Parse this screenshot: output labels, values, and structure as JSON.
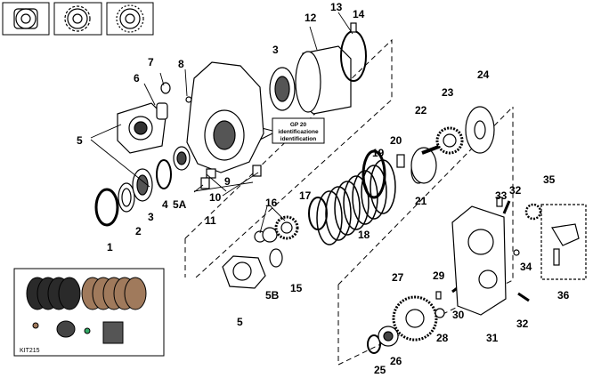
{
  "callouts": {
    "c1": "1",
    "c2": "2",
    "c3a": "3",
    "c3b": "3",
    "c4": "4",
    "c5a": "5",
    "c5b": "5",
    "c5A": "5A",
    "c5B": "5B",
    "c6": "6",
    "c7": "7",
    "c8": "8",
    "c9": "9",
    "c10": "10",
    "c11": "11",
    "c12": "12",
    "c13": "13",
    "c14": "14",
    "c15": "15",
    "c16": "16",
    "c17": "17",
    "c18": "18",
    "c19": "19",
    "c20": "20",
    "c21": "21",
    "c22": "22",
    "c23": "23",
    "c24": "24",
    "c25": "25",
    "c26": "26",
    "c27": "27",
    "c28": "28",
    "c29": "29",
    "c30": "30",
    "c31": "31",
    "c32a": "32",
    "c32b": "32",
    "c33": "33",
    "c34": "34",
    "c35": "35",
    "c36": "36"
  },
  "id_box": {
    "line1": "GP 20",
    "line2": "identificazione",
    "line3": "identification"
  },
  "kit": {
    "label": "KIT215"
  },
  "colors": {
    "friction_disc": "#a07a5c",
    "steel_disc": "#2a2a2a",
    "line": "#000000"
  }
}
